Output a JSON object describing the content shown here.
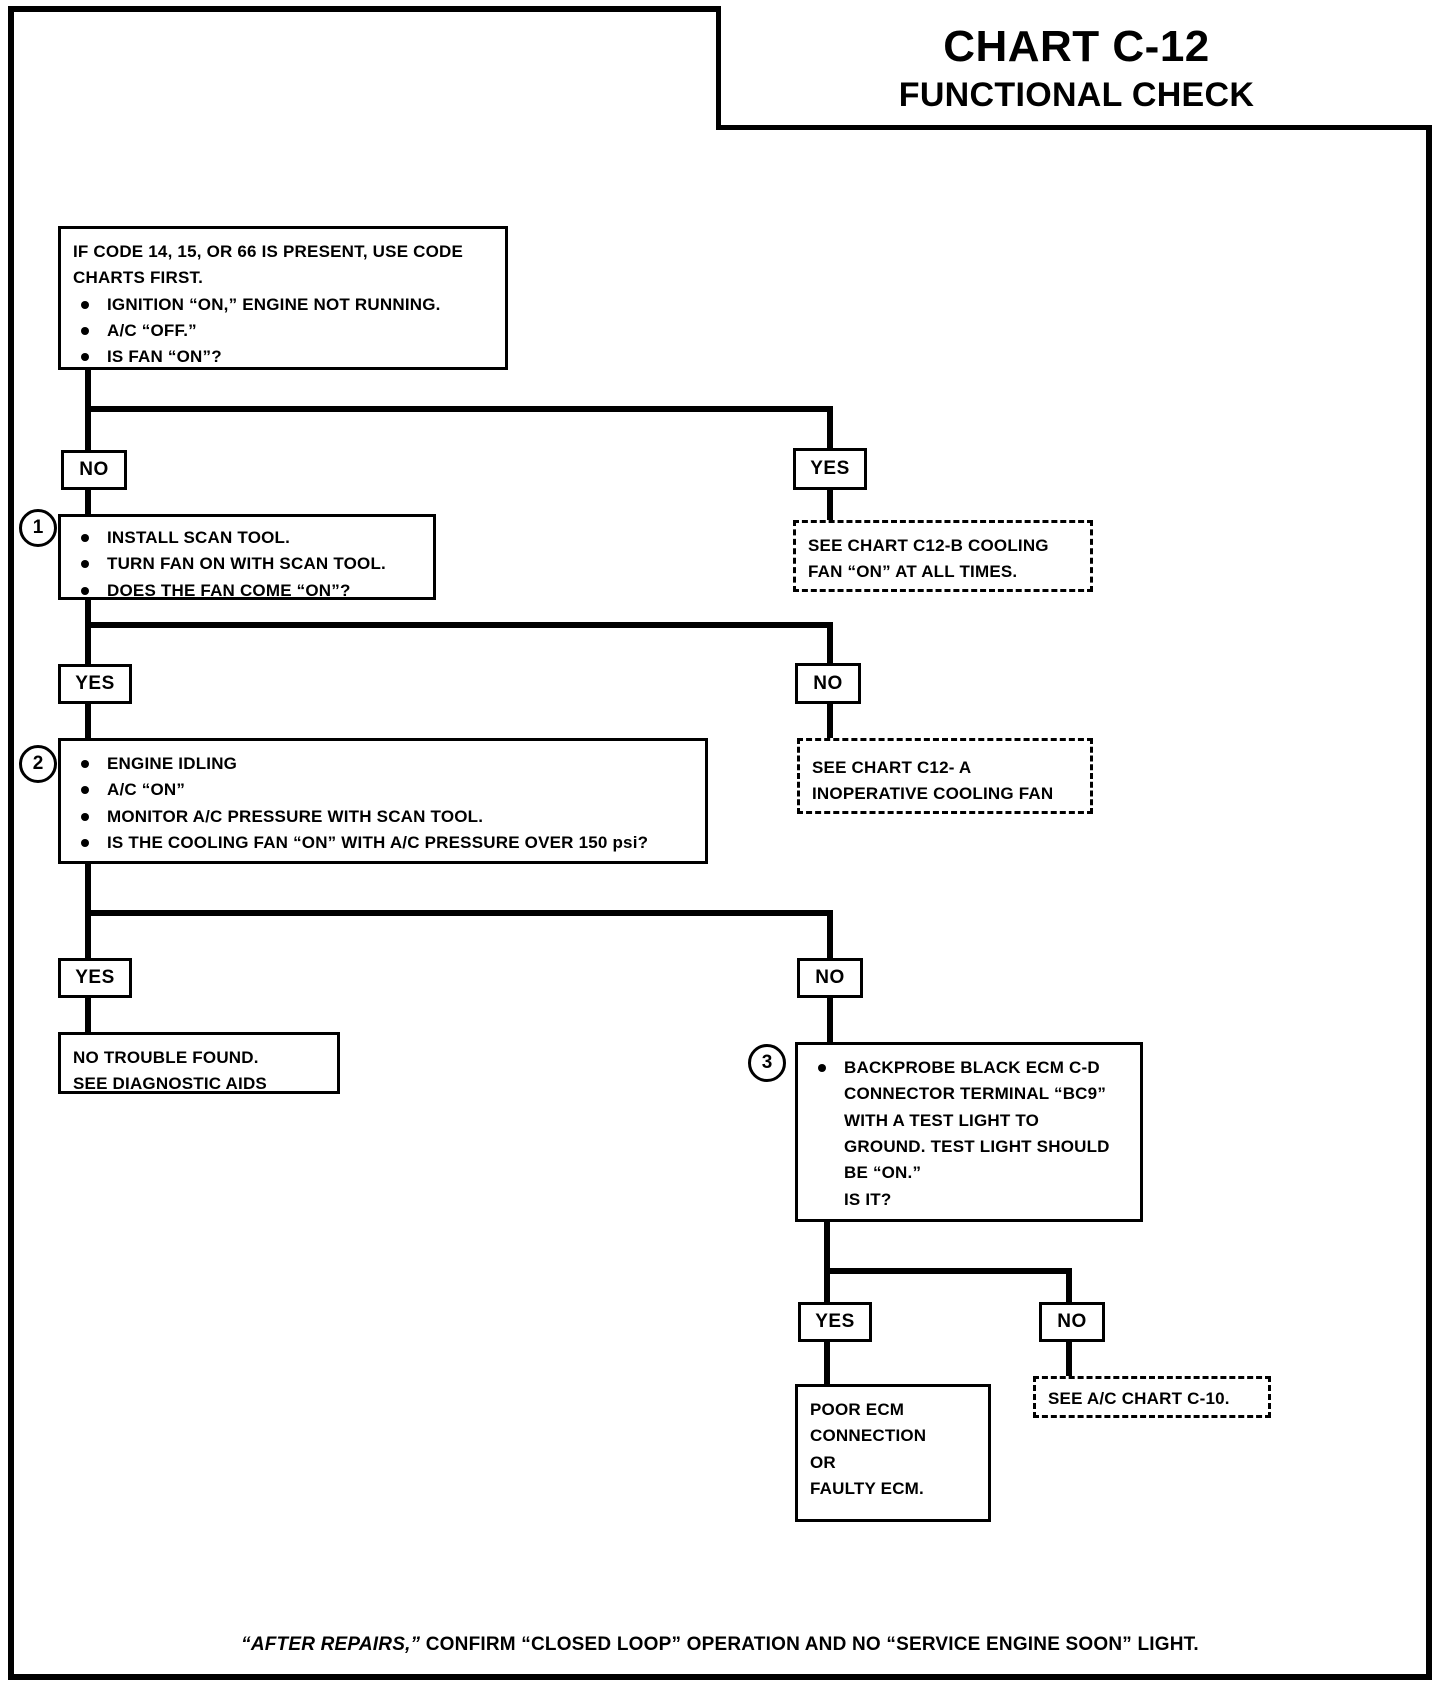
{
  "title": {
    "main": "CHART C-12",
    "sub": "FUNCTIONAL CHECK"
  },
  "nodes": {
    "start": {
      "lines": [
        "IF CODE 14, 15, OR 66 IS PRESENT, USE CODE",
        "CHARTS FIRST."
      ],
      "bullets": [
        "IGNITION “ON,”  ENGINE NOT RUNNING.",
        "A/C “OFF.”",
        "IS FAN “ON”?"
      ]
    },
    "step1": {
      "number": "1",
      "bullets": [
        "INSTALL SCAN TOOL.",
        "TURN FAN ON WITH SCAN TOOL.",
        "DOES THE FAN COME  “ON”?"
      ]
    },
    "step2": {
      "number": "2",
      "bullets": [
        "ENGINE IDLING",
        "A/C “ON”",
        "MONITOR A/C PRESSURE WITH SCAN TOOL.",
        "IS THE COOLING FAN “ON” WITH A/C PRESSURE OVER 150 psi?"
      ]
    },
    "step3": {
      "number": "3",
      "bullets": [
        "BACKPROBE BLACK ECM C-D"
      ],
      "continuation": [
        "CONNECTOR TERMINAL “BC9”",
        "WITH A TEST LIGHT TO",
        "GROUND.  TEST LIGHT SHOULD",
        "BE “ON.”",
        "IS IT?"
      ]
    },
    "chart_c12b": {
      "lines": [
        "SEE CHART C12-B   COOLING",
        "FAN “ON” AT ALL TIMES."
      ]
    },
    "chart_c12a": {
      "lines": [
        "SEE CHART C12- A",
        "INOPERATIVE COOLING FAN"
      ]
    },
    "no_trouble": {
      "lines": [
        "NO TROUBLE FOUND.",
        "SEE DIAGNOSTIC AIDS"
      ]
    },
    "poor_ecm": {
      "lines": [
        "POOR ECM",
        "CONNECTION",
        "OR",
        "FAULTY ECM."
      ]
    },
    "chart_c10": {
      "lines": [
        "SEE A/C CHART C-10."
      ]
    }
  },
  "branches": {
    "start_no": "NO",
    "start_yes": "YES",
    "step1_yes": "YES",
    "step1_no": "NO",
    "step2_yes": "YES",
    "step2_no": "NO",
    "step3_yes": "YES",
    "step3_no": "NO"
  },
  "footer": {
    "quoted_lead": "“AFTER REPAIRS,”",
    "rest": " CONFIRM “CLOSED LOOP” OPERATION AND NO “SERVICE ENGINE SOON” LIGHT."
  }
}
